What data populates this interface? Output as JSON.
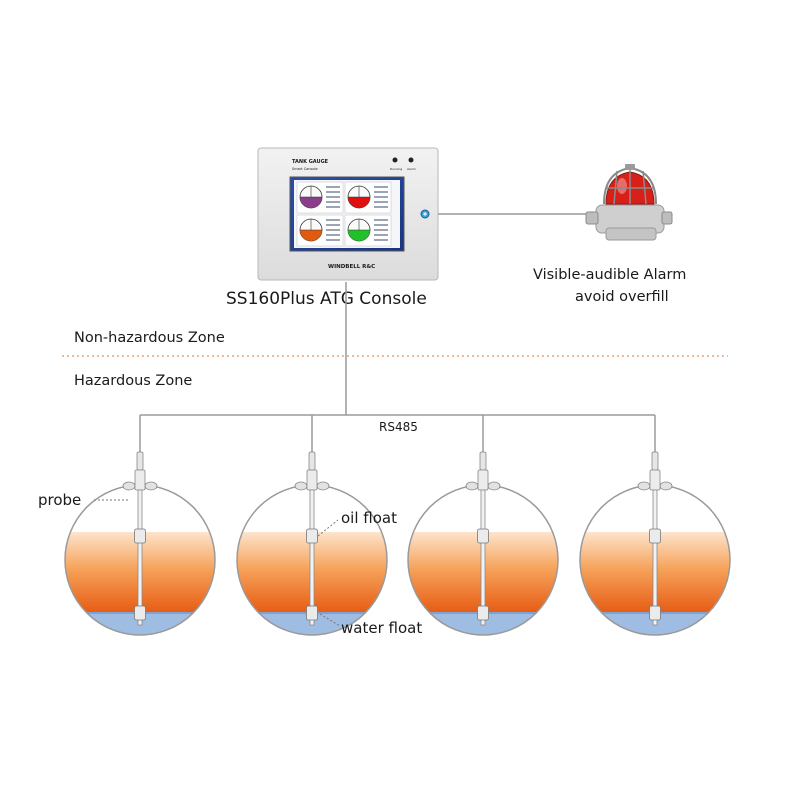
{
  "console": {
    "name": "SS160Plus ATG Console",
    "header_title": "TANK GAUGE",
    "header_subtitle": "Smart Console",
    "indicator_labels": [
      "Running",
      "Alarm"
    ],
    "brand": "WINDBELL R&C",
    "screen_fill_colors": [
      "#8a3d8a",
      "#e01010",
      "#e05a10",
      "#22c02a"
    ]
  },
  "alarm": {
    "label_line1": "Visible-audible Alarm",
    "label_line2": "avoid overfill",
    "light_color": "#d8201a"
  },
  "zones": {
    "non_hazardous": "Non-hazardous Zone",
    "hazardous": "Hazardous Zone",
    "divider_color": "#e8a27a"
  },
  "bus": {
    "label": "RS485"
  },
  "tank_labels": {
    "probe": "probe",
    "oil_float": "oil float",
    "water_float": "water float"
  },
  "colors": {
    "oil_top": "#fde4cc",
    "oil_mid": "#f6a25a",
    "oil_bottom": "#e65a12",
    "water": "#9fbde3",
    "tank_outline": "#9a9a9a"
  },
  "tank_count": 4
}
